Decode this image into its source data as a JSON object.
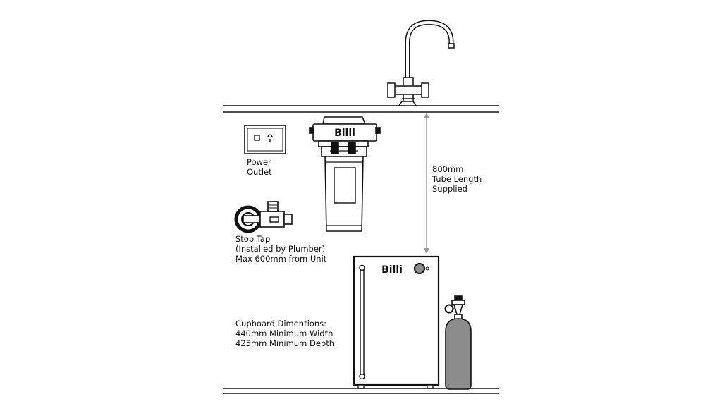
{
  "colors": {
    "line": "#111111",
    "dimension_line": "#9a9a9a",
    "cylinder_fill": "#8c8c8c",
    "background": "#ffffff"
  },
  "brand": {
    "filter_logo": "Billi",
    "unit_logo": "Billi"
  },
  "labels": {
    "power_outlet": [
      "Power",
      "Outlet"
    ],
    "tube_length": [
      "800mm",
      "Tube Length",
      "Supplied"
    ],
    "stop_tap": [
      "Stop Tap",
      "(Installed by Plumber)",
      "Max 600mm from Unit"
    ],
    "cupboard": [
      "Cupboard Dimentions:",
      "440mm Minimum Width",
      "425mm Minimum Depth"
    ]
  },
  "icons": [
    "tap-faucet-icon",
    "power-outlet-icon",
    "stop-tap-valve-icon",
    "water-filter-icon",
    "boiling-unit-icon",
    "co2-cylinder-icon"
  ]
}
